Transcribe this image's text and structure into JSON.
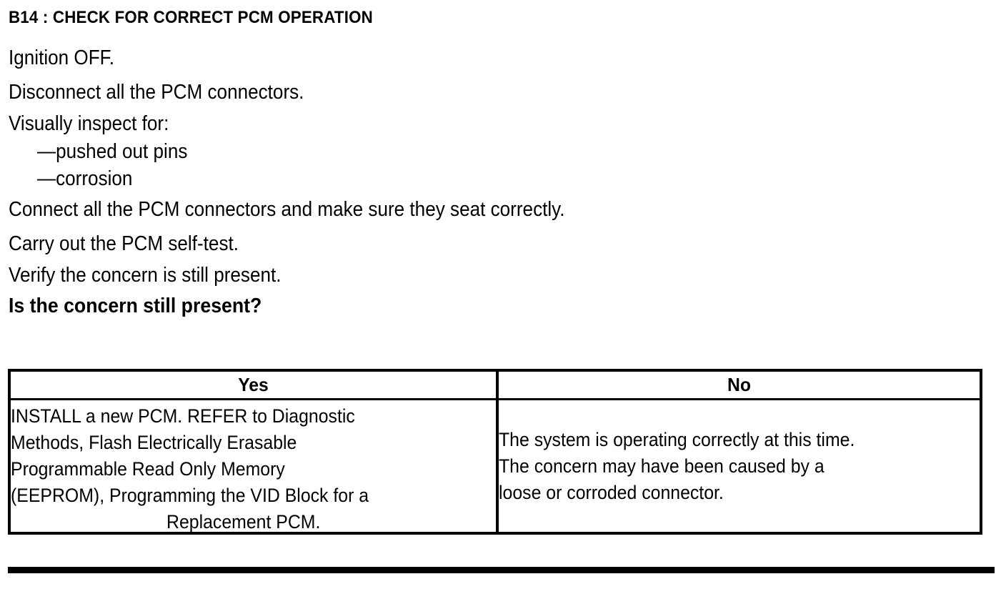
{
  "step": {
    "id": "B14",
    "title": "B14 : CHECK FOR CORRECT PCM OPERATION"
  },
  "instructions": [
    {
      "text": "Ignition OFF.",
      "indent": false
    },
    {
      "text": "Disconnect all the PCM connectors.",
      "indent": false
    },
    {
      "text": "Visually inspect for:",
      "indent": false
    },
    {
      "text": "—pushed out pins",
      "indent": true
    },
    {
      "text": "—corrosion",
      "indent": true
    },
    {
      "text": "Connect all the PCM connectors and make sure they seat correctly.",
      "indent": false
    },
    {
      "text": "Carry out the PCM self-test.",
      "indent": false
    },
    {
      "text": "Verify the concern is still present.",
      "indent": false
    }
  ],
  "question": "Is the concern still present?",
  "decision_table": {
    "headers": {
      "yes": "Yes",
      "no": "No"
    },
    "yes_cell": {
      "lines": [
        "INSTALL a new PCM. REFER to Diagnostic",
        "Methods, Flash Electrically Erasable",
        "Programmable Read Only Memory",
        "(EEPROM), Programming the VID Block for a"
      ],
      "last_line_centered": "Replacement PCM.",
      "full_text": "INSTALL a new PCM. REFER to Diagnostic Methods, Flash Electrically Erasable Programmable Read Only Memory (EEPROM), Programming the VID Block for a Replacement PCM."
    },
    "no_cell": {
      "lines": [
        "The system is operating correctly at this time.",
        "The concern may have been caused by a",
        "loose or corroded connector."
      ],
      "full_text": "The system is operating correctly at this time. The concern may have been caused by a loose or corroded connector."
    }
  },
  "colors": {
    "ink": "#000000",
    "paper": "#ffffff"
  }
}
